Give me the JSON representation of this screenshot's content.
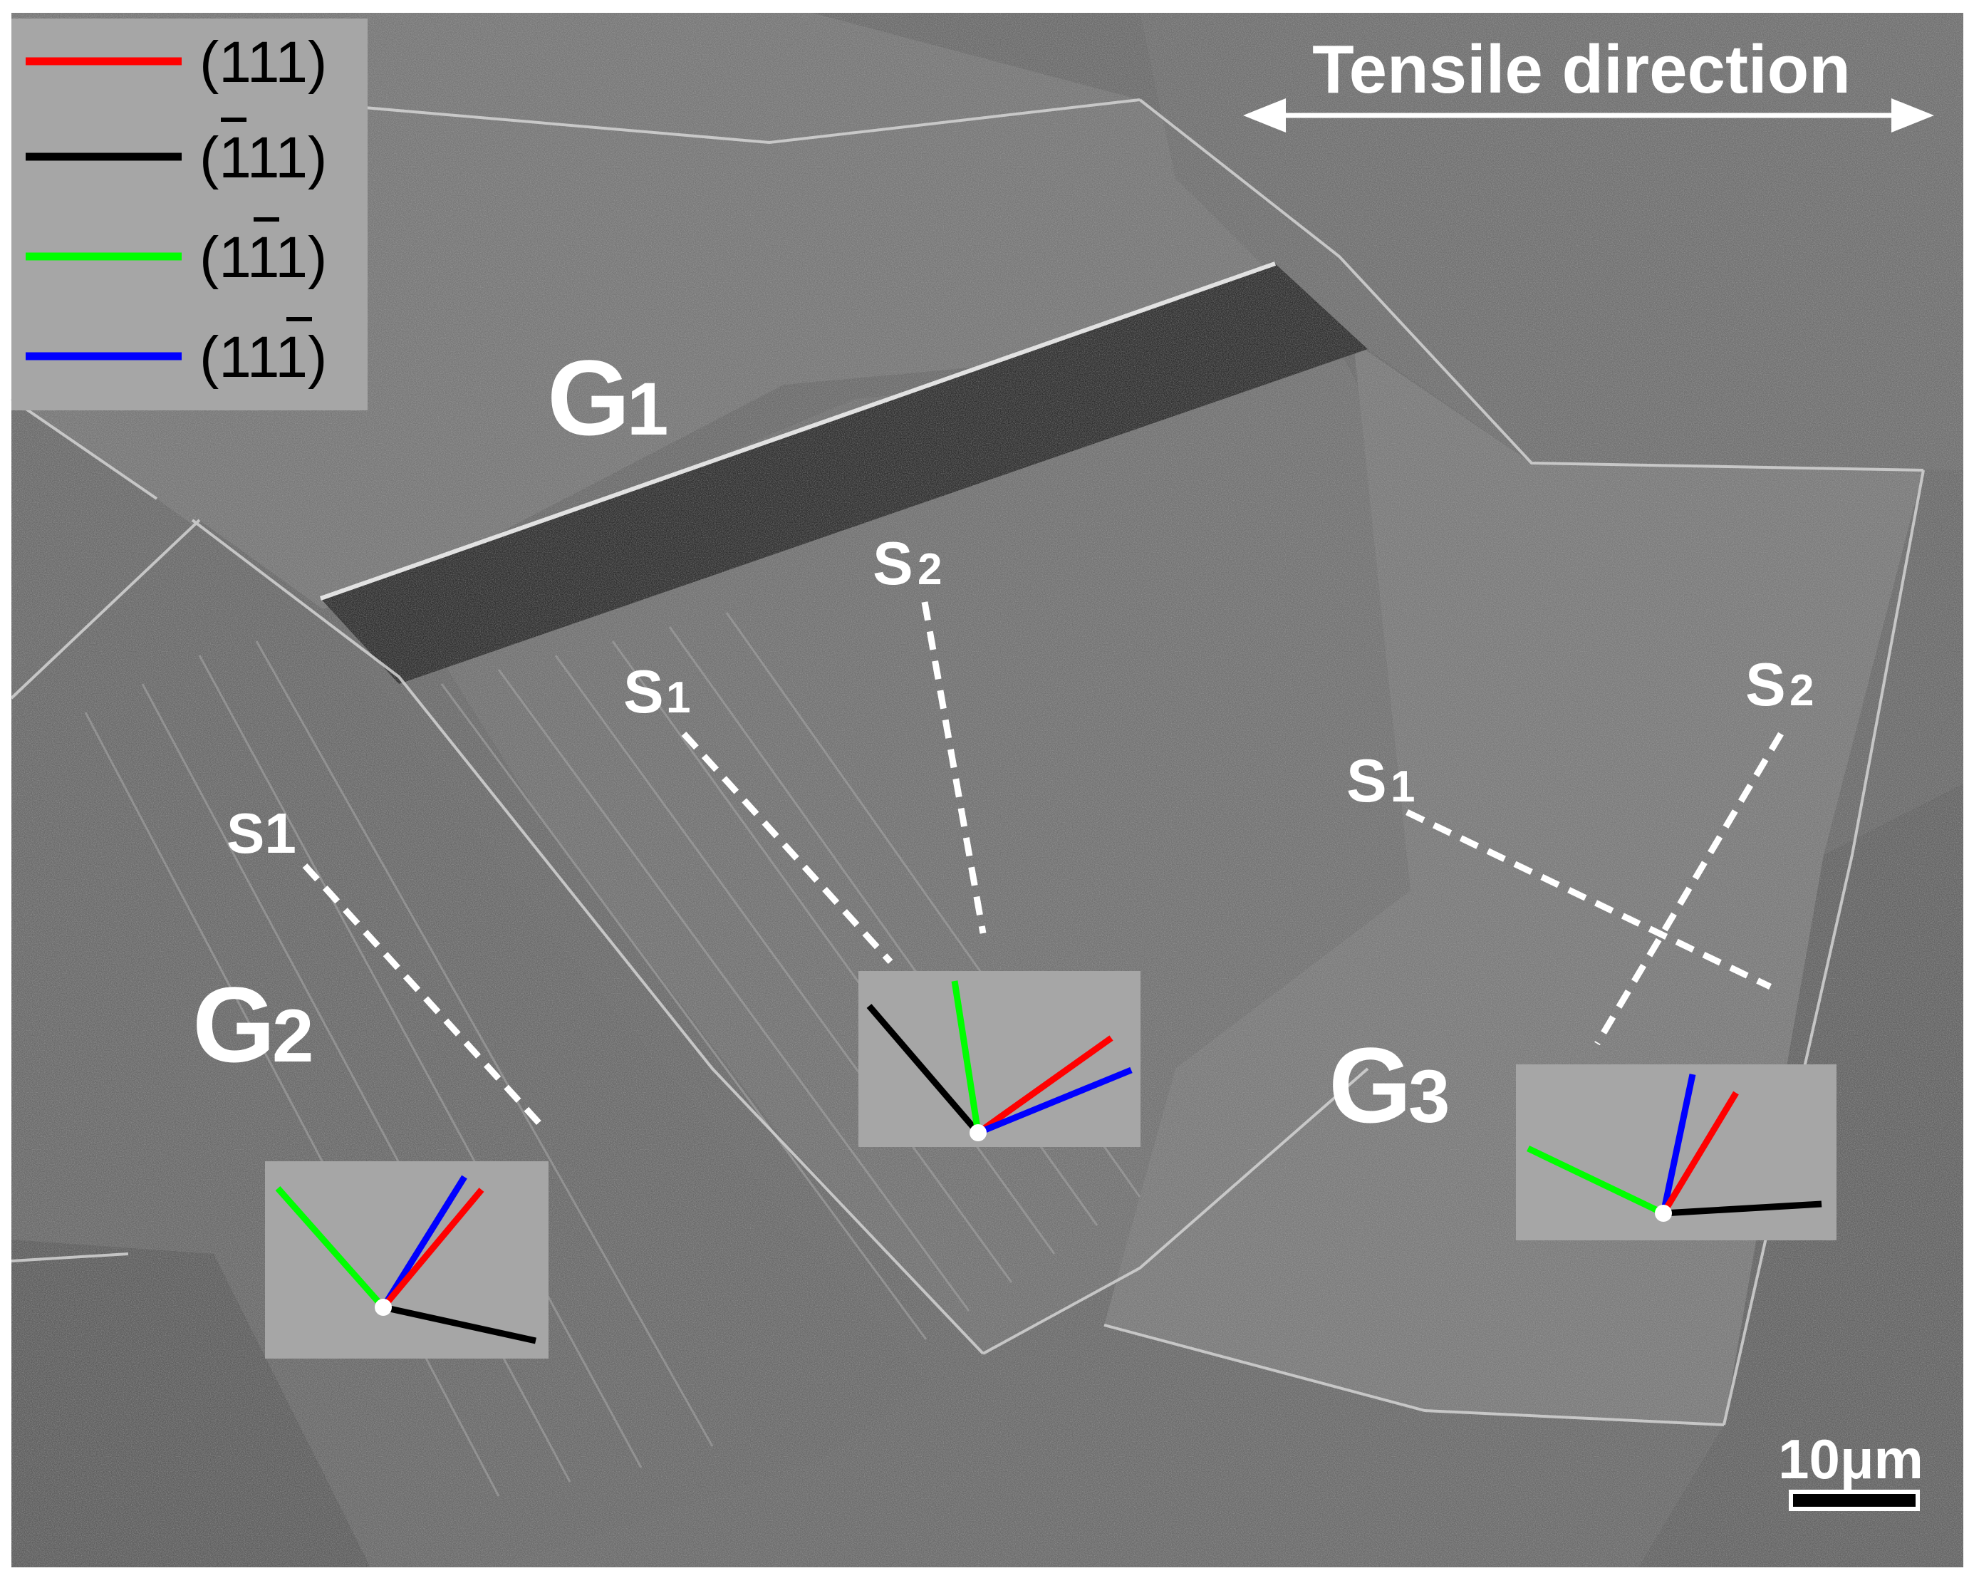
{
  "legend": {
    "items": [
      {
        "label": "(111)",
        "overbar_index": -1,
        "color": "#ff0000"
      },
      {
        "label": "(111)",
        "overbar_index": 0,
        "color": "#000000"
      },
      {
        "label": "(111)",
        "overbar_index": 1,
        "color": "#00ff00"
      },
      {
        "label": "(111)",
        "overbar_index": 2,
        "color": "#0000ff"
      }
    ]
  },
  "tensile_label": "Tensile direction",
  "scale_bar_label": "10μm",
  "grains": {
    "g1": {
      "letter": "G",
      "sub": "1"
    },
    "g2": {
      "letter": "G",
      "sub": "2"
    },
    "g3": {
      "letter": "G",
      "sub": "3"
    }
  },
  "slip_labels": {
    "g1_s1": {
      "letter": "S",
      "sub": "1"
    },
    "g1_s2": {
      "letter": "S",
      "sub": "2"
    },
    "g2_s1": "S1",
    "g3_s1": {
      "letter": "S",
      "sub": "1"
    },
    "g3_s2": {
      "letter": "S",
      "sub": "2"
    }
  },
  "colors": {
    "inset_bg": "#a6a6a6",
    "plane_111": "#ff0000",
    "plane_bar111": "#000000",
    "plane_1bar11": "#00ff00",
    "plane_11bar1": "#0000ff"
  }
}
